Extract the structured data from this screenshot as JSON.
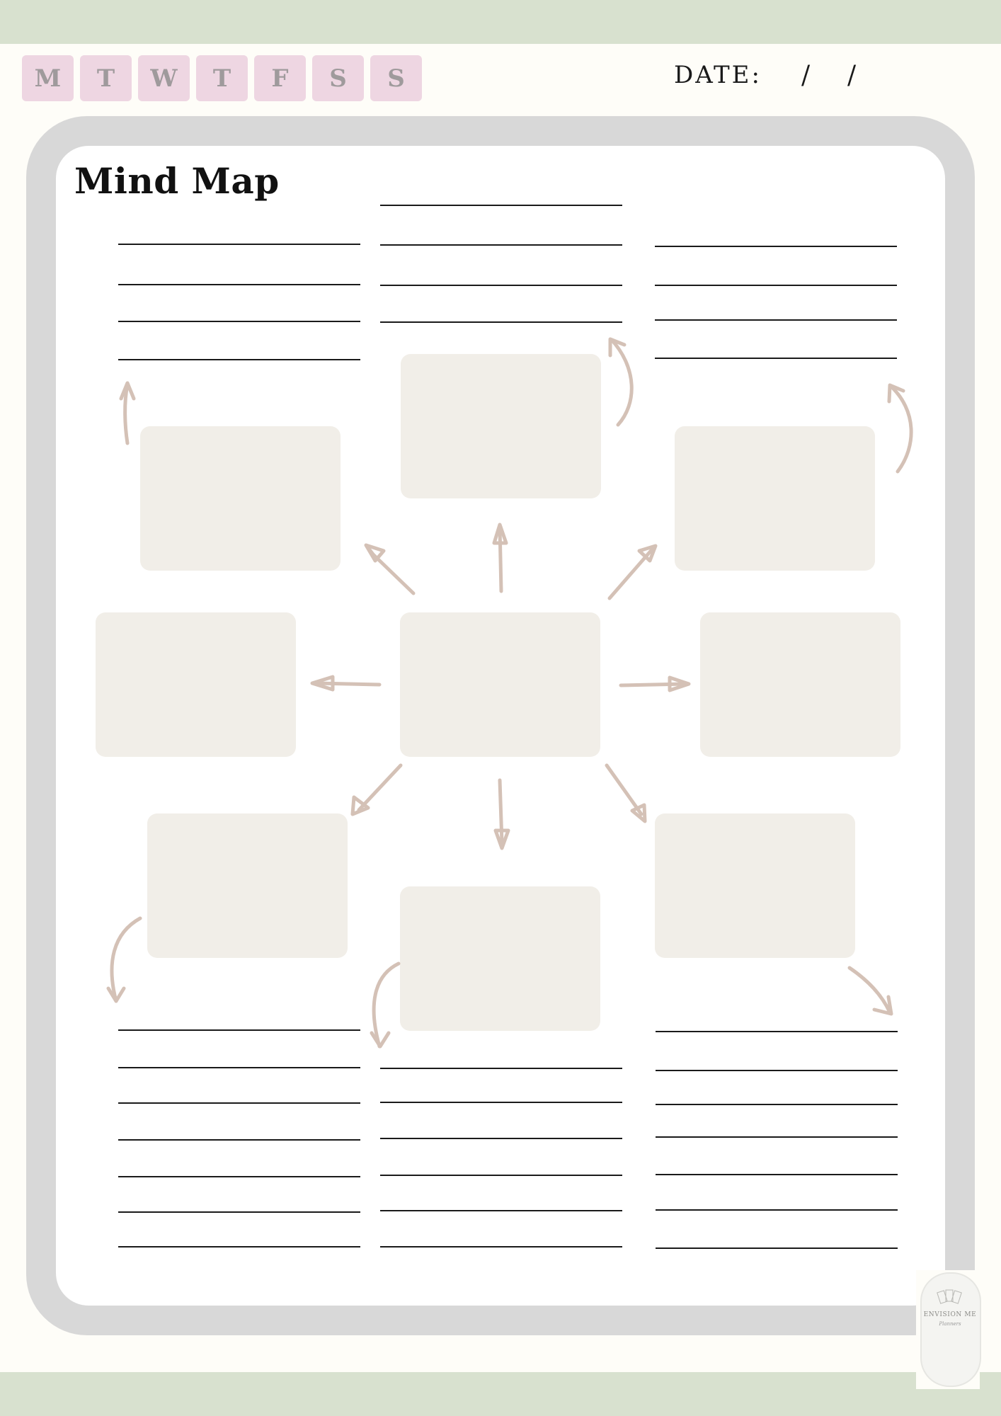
{
  "title": "Mind Map",
  "date_label": "DATE:",
  "date_separators": [
    "/",
    "/"
  ],
  "weekdays": [
    "M",
    "T",
    "W",
    "T",
    "F",
    "S",
    "S"
  ],
  "logo": {
    "line1": "ENVISION ME",
    "line2": "Planners"
  },
  "colors": {
    "band": "#d8e1cf",
    "background": "#fefdf8",
    "day_tile": "#eed6e2",
    "frame": "#d8d8d8",
    "box": "#f1eee8",
    "arrow": "#d4c1b6"
  }
}
